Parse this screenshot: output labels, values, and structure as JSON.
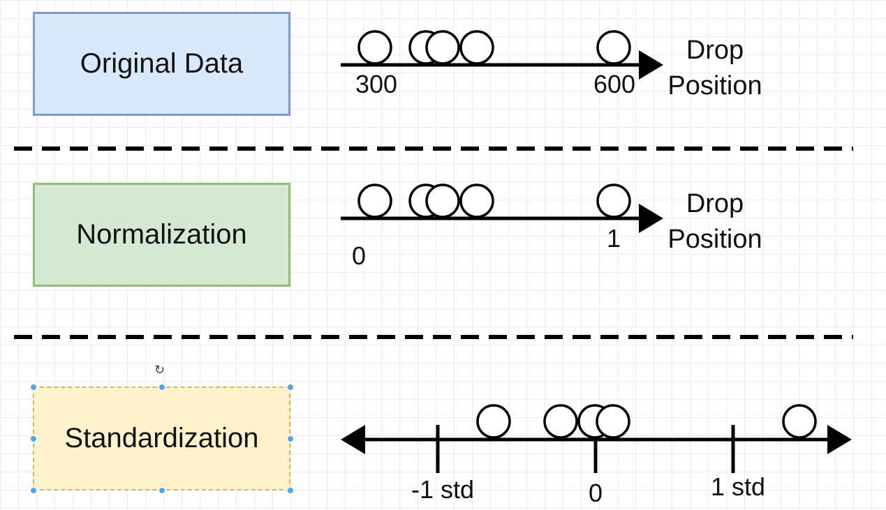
{
  "sections": [
    {
      "id": "original",
      "box_label": "Original Data",
      "box_color": "#dae8fc",
      "box_border": "#7c9cd1",
      "axis_label": [
        "Drop",
        "Position"
      ],
      "tick_labels": [
        "300",
        "600"
      ],
      "point_count": 5
    },
    {
      "id": "normalization",
      "box_label": "Normalization",
      "box_color": "#d5e8d4",
      "box_border": "#8fbf74",
      "axis_label": [
        "Drop",
        "Position"
      ],
      "tick_labels": [
        "0",
        "1"
      ],
      "point_count": 5
    },
    {
      "id": "standardization",
      "box_label": "Standardization",
      "box_color": "#fff2cc",
      "box_border": "#d6b656",
      "selected": true,
      "tick_labels": [
        "-1 std",
        "0",
        "1 std"
      ],
      "point_count": 5
    }
  ],
  "selection_handle_icon": "rotate-icon"
}
